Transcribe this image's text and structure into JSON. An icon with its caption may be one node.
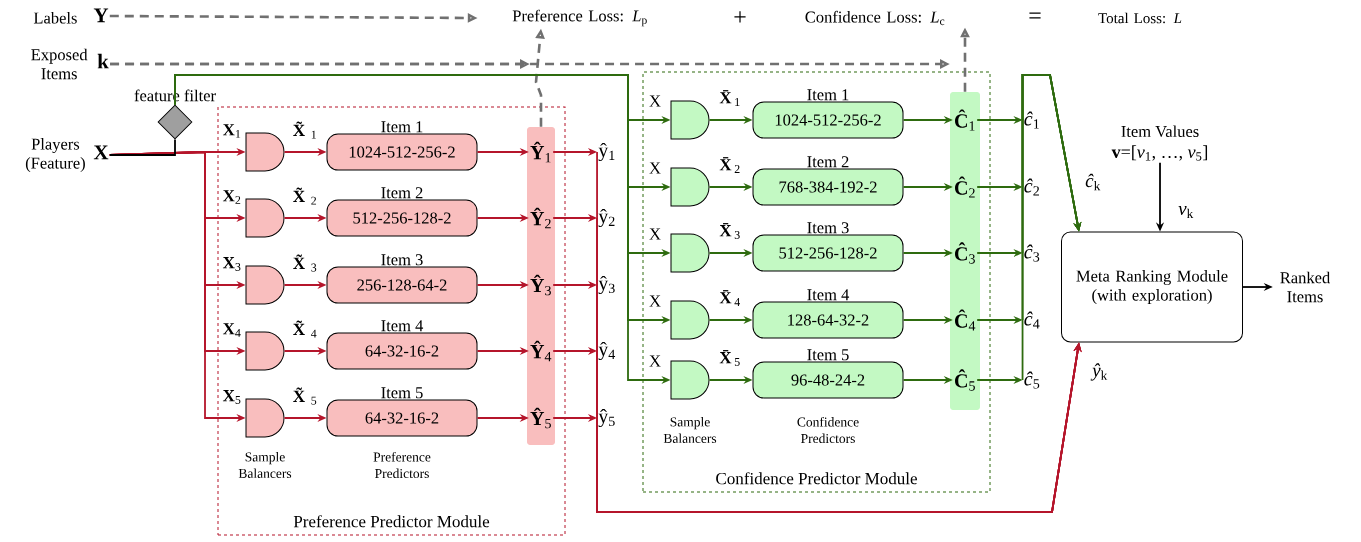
{
  "diagram": {
    "nodes": [
      {
        "text": [
          "Preference Predictor Module"
        ]
      },
      {
        "text": [
          "Confidence Predictor Module"
        ]
      },
      {
        "text": [
          "Labels",
          "Y"
        ]
      },
      {
        "text": [
          "Preference Loss: *L*$_{p}$"
        ]
      },
      {
        "text": [
          "Exposed Items",
          "k"
        ]
      },
      {
        "text": [
          "Confidence Loss: *L*$_{c}$"
        ]
      },
      {
        "text": [
          "Players (Feature)",
          "X"
        ]
      },
      {
        "text": [],
        "shape": "diamond",
        "beside": [
          "feature filter"
        ]
      },
      {
        "text": [],
        "shape": "gate",
        "in": 0
      },
      {
        "text": [],
        "shape": "gate",
        "in": 0
      },
      {
        "text": [],
        "shape": "gate",
        "in": 0
      },
      {
        "text": [],
        "shape": "gate",
        "in": 0
      },
      {
        "text": [],
        "shape": "gate",
        "in": 0
      },
      {
        "text": [
          "Item 1",
          "1024-512-256-2"
        ],
        "in": 0
      },
      {
        "text": [
          "Item 2",
          "512-256-128-2"
        ],
        "in": 0
      },
      {
        "text": [
          "Item 3",
          "256-128-64-2"
        ],
        "in": 0
      },
      {
        "text": [
          "Item 4",
          "64-32-16-2"
        ],
        "in": 0
      },
      {
        "text": [
          "Item 5",
          "64-32-16-2"
        ],
        "in": 0
      },
      {
        "text": [],
        "shape": "bar",
        "in": 0
      },
      {
        "text": [
          "**Ŷ**$_{1}$"
        ],
        "in": 18
      },
      {
        "text": [
          "**Ŷ**$_{2}$"
        ],
        "in": 18
      },
      {
        "text": [
          "**Ŷ**$_{3}$"
        ],
        "in": 18
      },
      {
        "text": [
          "**Ŷ**$_{4}$"
        ],
        "in": 18
      },
      {
        "text": [
          "**Ŷ**$_{5}$"
        ],
        "in": 18
      },
      {
        "text": [
          "ŷ$_{1}$"
        ]
      },
      {
        "text": [
          "ŷ$_{2}$"
        ]
      },
      {
        "text": [
          "ŷ$_{3}$"
        ]
      },
      {
        "text": [
          "ŷ$_{4}$"
        ]
      },
      {
        "text": [
          "ŷ$_{5}$"
        ]
      },
      {
        "text": [],
        "shape": "gate",
        "in": 1
      },
      {
        "text": [],
        "shape": "gate",
        "in": 1
      },
      {
        "text": [],
        "shape": "gate",
        "in": 1
      },
      {
        "text": [],
        "shape": "gate",
        "in": 1
      },
      {
        "text": [],
        "shape": "gate",
        "in": 1
      },
      {
        "text": [
          "Item 1",
          "1024-512-256-2"
        ],
        "in": 1
      },
      {
        "text": [
          "Item 2",
          "768-384-192-2"
        ],
        "in": 1
      },
      {
        "text": [
          "Item 3",
          "512-256-128-2"
        ],
        "in": 1
      },
      {
        "text": [
          "Item 4",
          "128-64-32-2"
        ],
        "in": 1
      },
      {
        "text": [
          "Item 5",
          "96-48-24-2"
        ],
        "in": 1
      },
      {
        "text": [],
        "shape": "bar",
        "in": 1
      },
      {
        "text": [
          "**Ĉ**$_{1}$"
        ],
        "in": 39
      },
      {
        "text": [
          "**Ĉ**$_{2}$"
        ],
        "in": 39
      },
      {
        "text": [
          "**Ĉ**$_{3}$"
        ],
        "in": 39
      },
      {
        "text": [
          "**Ĉ**$_{4}$"
        ],
        "in": 39
      },
      {
        "text": [
          "**Ĉ**$_{5}$"
        ],
        "in": 39
      },
      {
        "text": [
          "*ĉ*$_{1}$"
        ]
      },
      {
        "text": [
          "*ĉ*$_{2}$"
        ]
      },
      {
        "text": [
          "*ĉ*$_{3}$"
        ]
      },
      {
        "text": [
          "*ĉ*$_{4}$"
        ]
      },
      {
        "text": [
          "*ĉ*$_{5}$"
        ]
      },
      {
        "text": [
          "Item Values",
          "**v**=[*v*$_{1}$, …, *v*$_{5}$]"
        ]
      },
      {
        "text": [
          "Meta Ranking Module (with exploration)"
        ]
      },
      {
        "text": [
          "Ranked Items"
        ]
      }
    ],
    "edges": [
      {
        "from": 2,
        "to": 3,
        "arrow": "to",
        "style": "dashed",
        "color": "#707070"
      },
      {
        "from": 18,
        "to": 3,
        "arrow": "to",
        "style": "dashed",
        "color": "#707070"
      },
      {
        "from": 4,
        "to": 3,
        "arrow": "to",
        "style": "dashed",
        "color": "#707070"
      },
      {
        "from": 4,
        "to": 5,
        "arrow": "to",
        "style": "dashed",
        "color": "#707070"
      },
      {
        "from": 39,
        "to": 5,
        "arrow": "to",
        "style": "dashed",
        "color": "#707070"
      },
      {
        "from": 6,
        "to": 8,
        "arrow": "to",
        "label": "**X**$_{1}$",
        "color": "#b5152b"
      },
      {
        "from": 6,
        "to": 9,
        "arrow": "to",
        "label": "**X**$_{2}$",
        "color": "#b5152b"
      },
      {
        "from": 6,
        "to": 10,
        "arrow": "to",
        "label": "**X**$_{3}$",
        "color": "#b5152b"
      },
      {
        "from": 6,
        "to": 11,
        "arrow": "to",
        "label": "**X**$_{4}$",
        "color": "#b5152b"
      },
      {
        "from": 6,
        "to": 12,
        "arrow": "to",
        "label": "**X**$_{5}$",
        "color": "#b5152b"
      },
      {
        "from": 6,
        "to": 7,
        "arrow": "none",
        "color": "#000000"
      },
      {
        "from": 7,
        "to": 29,
        "arrow": "to",
        "label": "X",
        "color": "#2e6b0f"
      },
      {
        "from": 7,
        "to": 30,
        "arrow": "to",
        "label": "X",
        "color": "#2e6b0f"
      },
      {
        "from": 7,
        "to": 31,
        "arrow": "to",
        "label": "X",
        "color": "#2e6b0f"
      },
      {
        "from": 7,
        "to": 32,
        "arrow": "to",
        "label": "X",
        "color": "#2e6b0f"
      },
      {
        "from": 7,
        "to": 33,
        "arrow": "to",
        "label": "X",
        "color": "#2e6b0f"
      },
      {
        "from": 8,
        "to": 13,
        "arrow": "to",
        "label": "**X̃**$_{1}$",
        "color": "#b5152b"
      },
      {
        "from": 9,
        "to": 14,
        "arrow": "to",
        "label": "**X̃**$_{2}$",
        "color": "#b5152b"
      },
      {
        "from": 10,
        "to": 15,
        "arrow": "to",
        "label": "**X̃**$_{3}$",
        "color": "#b5152b"
      },
      {
        "from": 11,
        "to": 16,
        "arrow": "to",
        "label": "**X̃**$_{4}$",
        "color": "#b5152b"
      },
      {
        "from": 12,
        "to": 17,
        "arrow": "to",
        "label": "**X̃**$_{5}$",
        "color": "#b5152b"
      },
      {
        "from": 13,
        "to": 19,
        "arrow": "to",
        "color": "#b5152b"
      },
      {
        "from": 14,
        "to": 20,
        "arrow": "to",
        "color": "#b5152b"
      },
      {
        "from": 15,
        "to": 21,
        "arrow": "to",
        "color": "#b5152b"
      },
      {
        "from": 16,
        "to": 22,
        "arrow": "to",
        "color": "#b5152b"
      },
      {
        "from": 17,
        "to": 23,
        "arrow": "to",
        "color": "#b5152b"
      },
      {
        "from": 19,
        "to": 24,
        "arrow": "to",
        "color": "#b5152b"
      },
      {
        "from": 20,
        "to": 25,
        "arrow": "to",
        "color": "#b5152b"
      },
      {
        "from": 21,
        "to": 26,
        "arrow": "to",
        "color": "#b5152b"
      },
      {
        "from": 22,
        "to": 27,
        "arrow": "to",
        "color": "#b5152b"
      },
      {
        "from": 23,
        "to": 28,
        "arrow": "to",
        "color": "#b5152b"
      },
      {
        "from": 24,
        "to": 51,
        "arrow": "to",
        "label": "*ŷ*$_{k}$",
        "color": "#b5152b"
      },
      {
        "from": 25,
        "to": 51,
        "arrow": "to",
        "color": "#b5152b"
      },
      {
        "from": 26,
        "to": 51,
        "arrow": "to",
        "color": "#b5152b"
      },
      {
        "from": 27,
        "to": 51,
        "arrow": "to",
        "color": "#b5152b"
      },
      {
        "from": 28,
        "to": 51,
        "arrow": "to",
        "color": "#b5152b"
      },
      {
        "from": 29,
        "to": 34,
        "arrow": "to",
        "label": "**X̄**$_{1}$",
        "color": "#2e6b0f"
      },
      {
        "from": 30,
        "to": 35,
        "arrow": "to",
        "label": "**X̄**$_{2}$",
        "color": "#2e6b0f"
      },
      {
        "from": 31,
        "to": 36,
        "arrow": "to",
        "label": "**X̄**$_{3}$",
        "color": "#2e6b0f"
      },
      {
        "from": 32,
        "to": 37,
        "arrow": "to",
        "label": "**X̄**$_{4}$",
        "color": "#2e6b0f"
      },
      {
        "from": 33,
        "to": 38,
        "arrow": "to",
        "label": "**X̄**$_{5}$",
        "color": "#2e6b0f"
      },
      {
        "from": 34,
        "to": 40,
        "arrow": "to",
        "color": "#2e6b0f"
      },
      {
        "from": 35,
        "to": 41,
        "arrow": "to",
        "color": "#2e6b0f"
      },
      {
        "from": 36,
        "to": 42,
        "arrow": "to",
        "color": "#2e6b0f"
      },
      {
        "from": 37,
        "to": 43,
        "arrow": "to",
        "color": "#2e6b0f"
      },
      {
        "from": 38,
        "to": 44,
        "arrow": "to",
        "color": "#2e6b0f"
      },
      {
        "from": 40,
        "to": 45,
        "arrow": "to",
        "color": "#2e6b0f"
      },
      {
        "from": 41,
        "to": 46,
        "arrow": "to",
        "color": "#2e6b0f"
      },
      {
        "from": 42,
        "to": 47,
        "arrow": "to",
        "color": "#2e6b0f"
      },
      {
        "from": 43,
        "to": 48,
        "arrow": "to",
        "color": "#2e6b0f"
      },
      {
        "from": 44,
        "to": 49,
        "arrow": "to",
        "color": "#2e6b0f"
      },
      {
        "from": 45,
        "to": 51,
        "arrow": "to",
        "label": "*ĉ*$_{k}$",
        "color": "#2e6b0f"
      },
      {
        "from": 46,
        "to": 51,
        "arrow": "to",
        "color": "#2e6b0f"
      },
      {
        "from": 47,
        "to": 51,
        "arrow": "to",
        "color": "#2e6b0f"
      },
      {
        "from": 48,
        "to": 51,
        "arrow": "to",
        "color": "#2e6b0f"
      },
      {
        "from": 49,
        "to": 51,
        "arrow": "to",
        "color": "#2e6b0f"
      },
      {
        "from": 50,
        "to": 51,
        "arrow": "to",
        "label": "*v*$_{k}$",
        "color": "#000000"
      },
      {
        "from": 51,
        "to": 52,
        "arrow": "to",
        "color": "#000000"
      }
    ],
    "labels": [
      "+",
      "=",
      "Total Loss: *L*",
      "Sample Balancers",
      "Preference Predictors",
      "Sample Balancers",
      "Confidence Predictors"
    ]
  }
}
